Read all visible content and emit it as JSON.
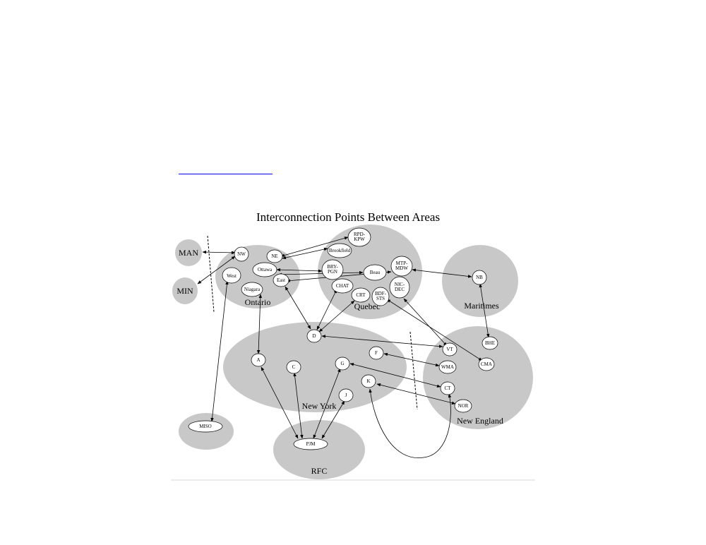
{
  "title": "Interconnection Points Between Areas",
  "regions": [
    {
      "id": "ontario",
      "label": "Ontario"
    },
    {
      "id": "quebec",
      "label": "Quebec"
    },
    {
      "id": "maritimes",
      "label": "Maritimes"
    },
    {
      "id": "newyork",
      "label": "New York"
    },
    {
      "id": "newengland",
      "label": "New England"
    },
    {
      "id": "rfc",
      "label": "RFC"
    }
  ],
  "external_areas": [
    {
      "id": "man",
      "label": "MAN"
    },
    {
      "id": "min",
      "label": "MIN"
    },
    {
      "id": "misc",
      "label": "MISO"
    }
  ],
  "nodes": [
    {
      "id": "nw",
      "label": [
        "NW"
      ]
    },
    {
      "id": "ne_on",
      "label": [
        "NE"
      ]
    },
    {
      "id": "west",
      "label": [
        "West"
      ]
    },
    {
      "id": "ottawa",
      "label": [
        "Ottawa"
      ]
    },
    {
      "id": "east",
      "label": [
        "East"
      ]
    },
    {
      "id": "niagara",
      "label": [
        "Niagara"
      ]
    },
    {
      "id": "rpd",
      "label": [
        "RPD-",
        "KPW"
      ]
    },
    {
      "id": "brookfield",
      "label": [
        "Brookfield"
      ]
    },
    {
      "id": "bry",
      "label": [
        "BRY-",
        "PGN"
      ]
    },
    {
      "id": "beau",
      "label": [
        "Beau"
      ]
    },
    {
      "id": "mtp",
      "label": [
        "MTP-",
        "MDW"
      ]
    },
    {
      "id": "nic",
      "label": [
        "NIC-",
        "DEC"
      ]
    },
    {
      "id": "chat",
      "label": [
        "CHAT"
      ]
    },
    {
      "id": "crt",
      "label": [
        "CRT"
      ]
    },
    {
      "id": "bdf",
      "label": [
        "BDF-",
        "STS"
      ]
    },
    {
      "id": "nb",
      "label": [
        "NB"
      ]
    },
    {
      "id": "bhe",
      "label": [
        "BHE"
      ]
    },
    {
      "id": "cma",
      "label": [
        "CMA"
      ]
    },
    {
      "id": "vt",
      "label": [
        "VT"
      ]
    },
    {
      "id": "wma",
      "label": [
        "WMA"
      ]
    },
    {
      "id": "ct",
      "label": [
        "CT"
      ]
    },
    {
      "id": "nor",
      "label": [
        "NOR"
      ]
    },
    {
      "id": "d",
      "label": [
        "D"
      ]
    },
    {
      "id": "a",
      "label": [
        "A"
      ]
    },
    {
      "id": "c",
      "label": [
        "C"
      ]
    },
    {
      "id": "f",
      "label": [
        "F"
      ]
    },
    {
      "id": "g",
      "label": [
        "G"
      ]
    },
    {
      "id": "k",
      "label": [
        "K"
      ]
    },
    {
      "id": "j",
      "label": [
        "J"
      ]
    },
    {
      "id": "pjm",
      "label": [
        "PJM"
      ]
    },
    {
      "id": "misonode",
      "label": [
        "MISO"
      ]
    }
  ]
}
